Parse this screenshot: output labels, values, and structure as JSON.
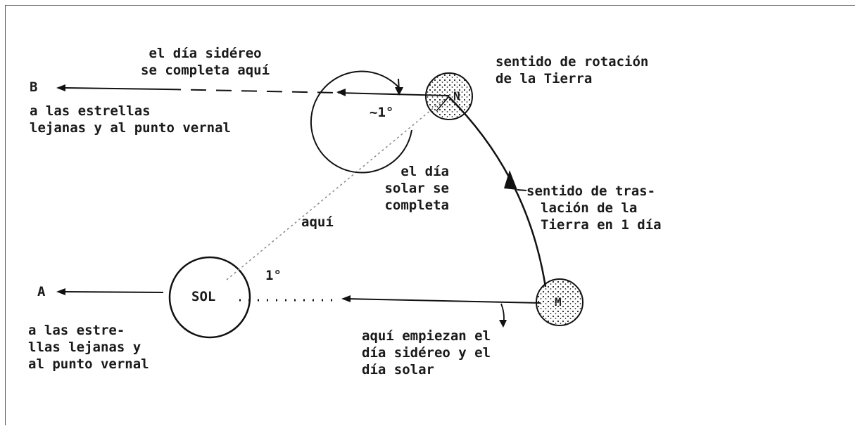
{
  "diagram": {
    "point_b": "B",
    "point_a": "A",
    "sun": "SOL",
    "earth_n": "N",
    "earth_m": "M",
    "angle_top": "~1°",
    "angle_bottom": "1°",
    "sidereal_complete": [
      "el día sidéreo",
      "se completa aquí"
    ],
    "stars_b": [
      "a las estrellas",
      "lejanas y al punto vernal"
    ],
    "rotation": [
      "sentido de rotación",
      "de la Tierra"
    ],
    "solar_complete": [
      "el día",
      "solar se",
      "completa",
      "aquí"
    ],
    "translation": [
      "sentido de tras-",
      "lación de la",
      "Tierra en 1 día"
    ],
    "stars_a": [
      "a las estre-",
      "llas lejanas y",
      "al punto vernal"
    ],
    "start": [
      "aquí empiezan el",
      "día sidéreo y el",
      "día solar"
    ]
  }
}
